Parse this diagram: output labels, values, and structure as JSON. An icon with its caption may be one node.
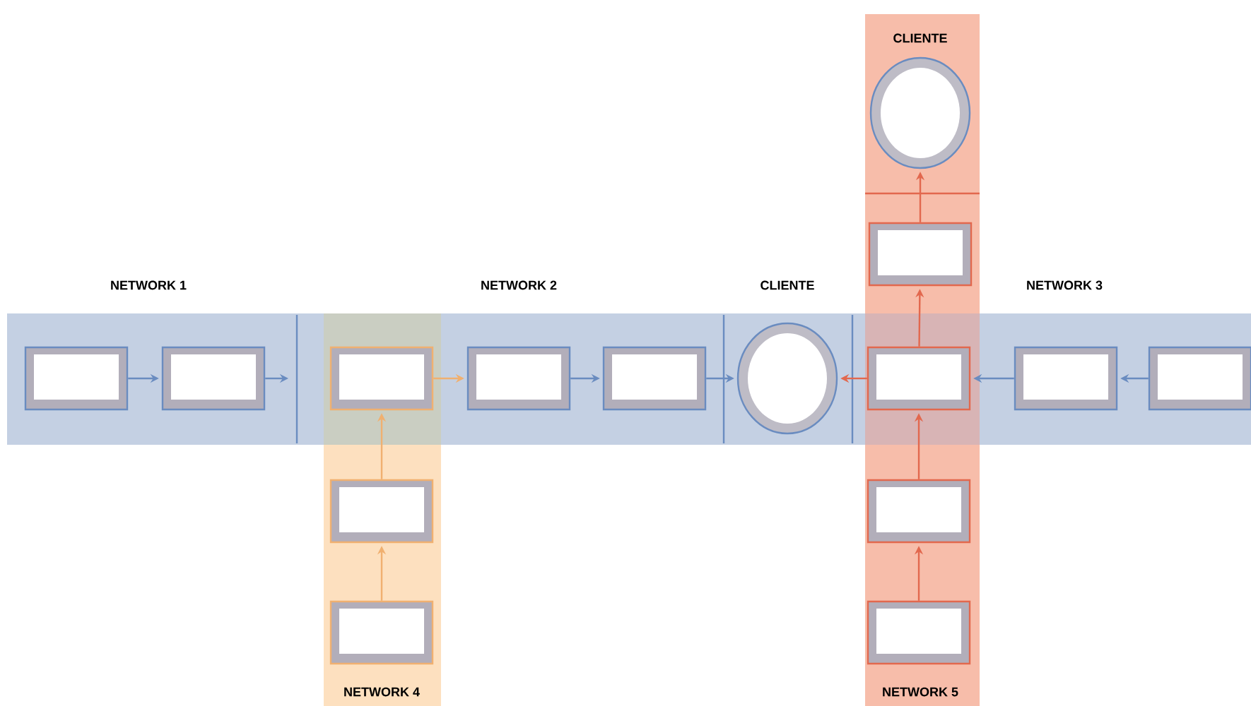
{
  "diagram": {
    "nodes": [
      {
        "text": [],
        "shape": "circle"
      },
      {
        "text": [],
        "shape": "box"
      },
      {
        "text": [],
        "shape": "box"
      },
      {
        "text": [],
        "shape": "box"
      },
      {
        "text": [],
        "shape": "box"
      },
      {
        "text": [],
        "shape": "box"
      },
      {
        "text": [],
        "shape": "box"
      },
      {
        "text": [],
        "shape": "circle"
      },
      {
        "text": [],
        "shape": "box"
      },
      {
        "text": [],
        "shape": "box"
      },
      {
        "text": [],
        "shape": "box"
      },
      {
        "text": [],
        "shape": "box"
      },
      {
        "text": [],
        "shape": "box"
      },
      {
        "text": [],
        "shape": "box"
      },
      {
        "text": [],
        "shape": "box"
      }
    ],
    "edges": [
      {
        "from": 2,
        "to": 3,
        "arrow": "to"
      },
      {
        "from": 3,
        "to": null,
        "arrow": "to"
      },
      {
        "from": 4,
        "to": 5,
        "arrow": "to",
        "color": "#f0b070"
      },
      {
        "from": 5,
        "to": 6,
        "arrow": "to"
      },
      {
        "from": 6,
        "to": 7,
        "arrow": "to"
      },
      {
        "from": 8,
        "to": 7,
        "arrow": "to",
        "color": "#e2684e"
      },
      {
        "from": 9,
        "to": 8,
        "arrow": "to"
      },
      {
        "from": 10,
        "to": 9,
        "arrow": "to"
      },
      {
        "from": 8,
        "to": 1,
        "arrow": "to",
        "color": "#e2684e"
      },
      {
        "from": 1,
        "to": 0,
        "arrow": "to",
        "color": "#e2684e"
      },
      {
        "from": 11,
        "to": 4,
        "arrow": "to",
        "color": "#f0b070"
      },
      {
        "from": 13,
        "to": 11,
        "arrow": "to",
        "color": "#f0b070"
      },
      {
        "from": 12,
        "to": 8,
        "arrow": "to",
        "color": "#e2684e"
      },
      {
        "from": 14,
        "to": 12,
        "arrow": "to",
        "color": "#e2684e"
      }
    ],
    "labels": [
      "CLIENTE",
      "NETWORK 1",
      "NETWORK 2",
      "CLIENTE",
      "NETWORK 3",
      "NETWORK 4",
      "NETWORK 5"
    ]
  }
}
